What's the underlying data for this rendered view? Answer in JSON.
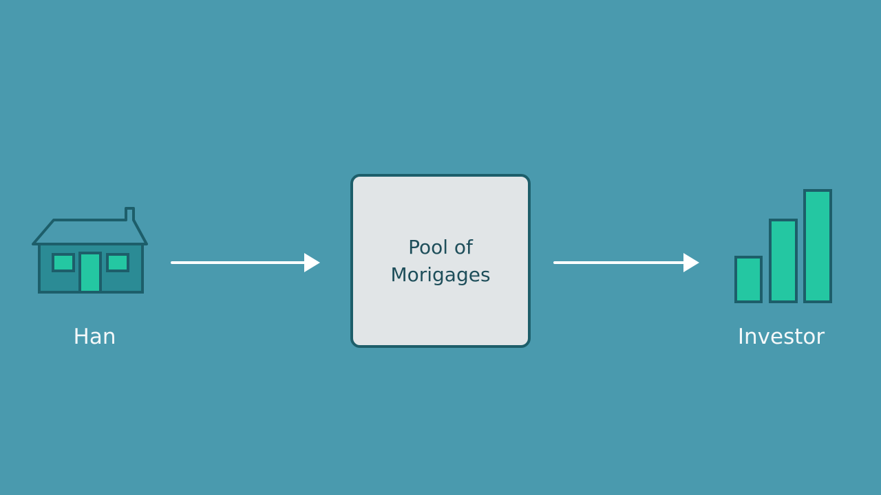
{
  "background_color": "#4a9aae",
  "nodes": {
    "source": {
      "label": "Han",
      "icon": "house-icon"
    },
    "pool": {
      "label_line1": "Pool of",
      "label_line2": "Morigages"
    },
    "target": {
      "label": "Investor",
      "icon": "bar-chart-icon"
    }
  },
  "colors": {
    "icon_outline": "#1d5e6a",
    "icon_fill": "#24c7a2",
    "arrow": "#ffffff",
    "pool_fill": "#e1e5e7",
    "pool_border": "#1d5e6a",
    "pool_text": "#1e4e5a",
    "label_text": "#f4f8f9"
  }
}
